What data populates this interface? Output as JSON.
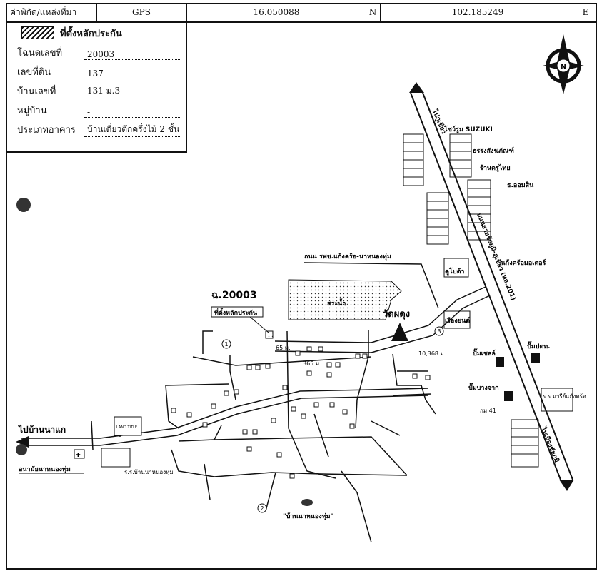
{
  "header": {
    "location_label": "ค่าพิกัด/แหล่งที่มา",
    "source": "GPS",
    "latitude": "16.050088",
    "lat_dir": "N",
    "longitude": "102.185249",
    "lon_dir": "E"
  },
  "info": {
    "legend_label": "ที่ตั้งหลักประกัน",
    "rows": [
      {
        "label": "โฉนดเลขที่",
        "value": "20003"
      },
      {
        "label": "เลขที่ดิน",
        "value": "137"
      },
      {
        "label": "บ้านเลขที่",
        "value": "131 ม.3"
      },
      {
        "label": "หมู่บ้าน",
        "value": "-"
      },
      {
        "label": "ประเภทอาคาร",
        "value": "บ้านเดี่ยวตึกครึ่งไม้ 2 ชั้น"
      }
    ]
  },
  "map": {
    "compass": "N",
    "labels": {
      "to_phu_khiao": "ไปภูเขียว",
      "to_chaiyaphum": "ไปเมืองชัยภูมิ",
      "highway": "ถนนสายชัยภูมิ-ภูเขียว (ทล.201)",
      "road_hospital": "ถนน รพช.แก้งคร้อ-นาหนองทุ่ม",
      "showroom": "โชว์รูม SUZUKI",
      "furniture": "ธรรงสังฆภัณฑ์",
      "thai_shop": "ร้านครูไทย",
      "savings": "ธ.ออมสิน",
      "kubota": "คูโบต้า",
      "motor": "แก้งคร้อมอเตอร์",
      "yont": "เรืองยนต์",
      "pond": "สระน้ำ",
      "temple": "วัดผดุง",
      "gas1": "ปั๊มปตท.",
      "gas2": "ปั๊มเชลล์",
      "gas3": "ปั๊มบางจาก",
      "school2": "ร.ร.มารีย์แก้งคร้อ",
      "km41": "กม.41",
      "deed_note": "ฉ.20003",
      "collateral_note": "ที่ตั้งหลักประกัน",
      "dist1": "65 ม.",
      "dist2": "365 ม.",
      "dist3": "10,368 ม.",
      "to_ban_na": "ไปบ้านนาแก",
      "health": "อนามัยนาหนองทุ่ม",
      "school": "ร.ร.บ้านนาหนองทุ่ม",
      "village": "\"บ้านนาหนองทุ่ม\"",
      "sign_box": "LAND TITLE",
      "mark1": "1",
      "mark2": "2",
      "mark3": "3"
    }
  }
}
